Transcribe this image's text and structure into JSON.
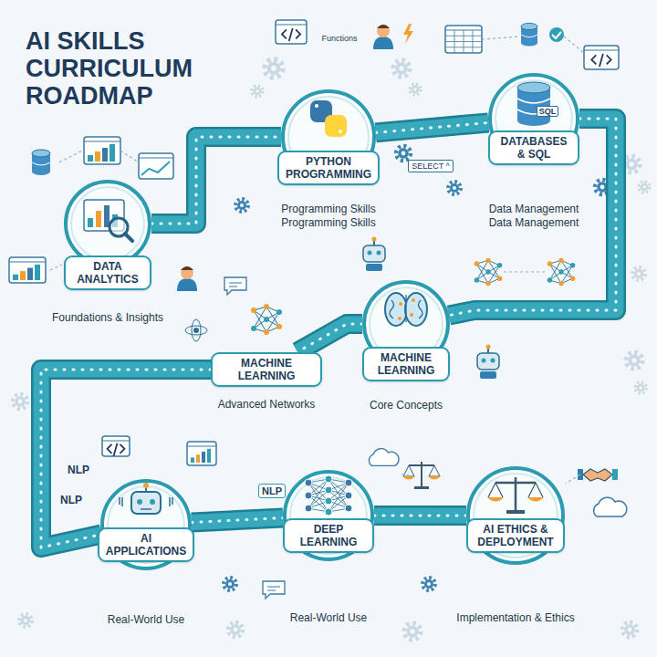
{
  "diagram": {
    "title": "AI SKILLS CURRICULUM ROADMAP",
    "nodes": [
      {
        "text": [
          "DATA ANALYTICS",
          "Foundations & Insights"
        ]
      },
      {
        "text": [
          "PYTHON PROGRAMMING",
          "Programming Skills",
          "Programming Skills"
        ]
      },
      {
        "text": [
          "DATABASES & SQL",
          "Data Management",
          "Data Management"
        ]
      },
      {
        "text": [
          "MACHINE LEARNING",
          "Core Concepts"
        ]
      },
      {
        "text": [
          "MACHINE LEARNING",
          "Advanced Networks"
        ]
      },
      {
        "text": [
          "AI APPLICATIONS",
          "Real-World Use"
        ]
      },
      {
        "text": [
          "DEEP LEARNING",
          "Real-World Use"
        ]
      },
      {
        "text": [
          "AI ETHICS & DEPLOYMENT",
          "Implementation & Ethics"
        ]
      }
    ],
    "edges": [
      {
        "from": 0,
        "to": 1,
        "arrow": "none"
      },
      {
        "from": 1,
        "to": 2,
        "arrow": "none"
      },
      {
        "from": 2,
        "to": 3,
        "arrow": "none"
      },
      {
        "from": 3,
        "to": 4,
        "arrow": "none"
      },
      {
        "from": 4,
        "to": 5,
        "arrow": "none"
      },
      {
        "from": 5,
        "to": 6,
        "arrow": "none"
      },
      {
        "from": 6,
        "to": 7,
        "arrow": "none"
      }
    ],
    "labels": [
      "Functions",
      "SQL",
      "SELECT ^",
      "NLP",
      "NLP",
      "NLP"
    ]
  }
}
